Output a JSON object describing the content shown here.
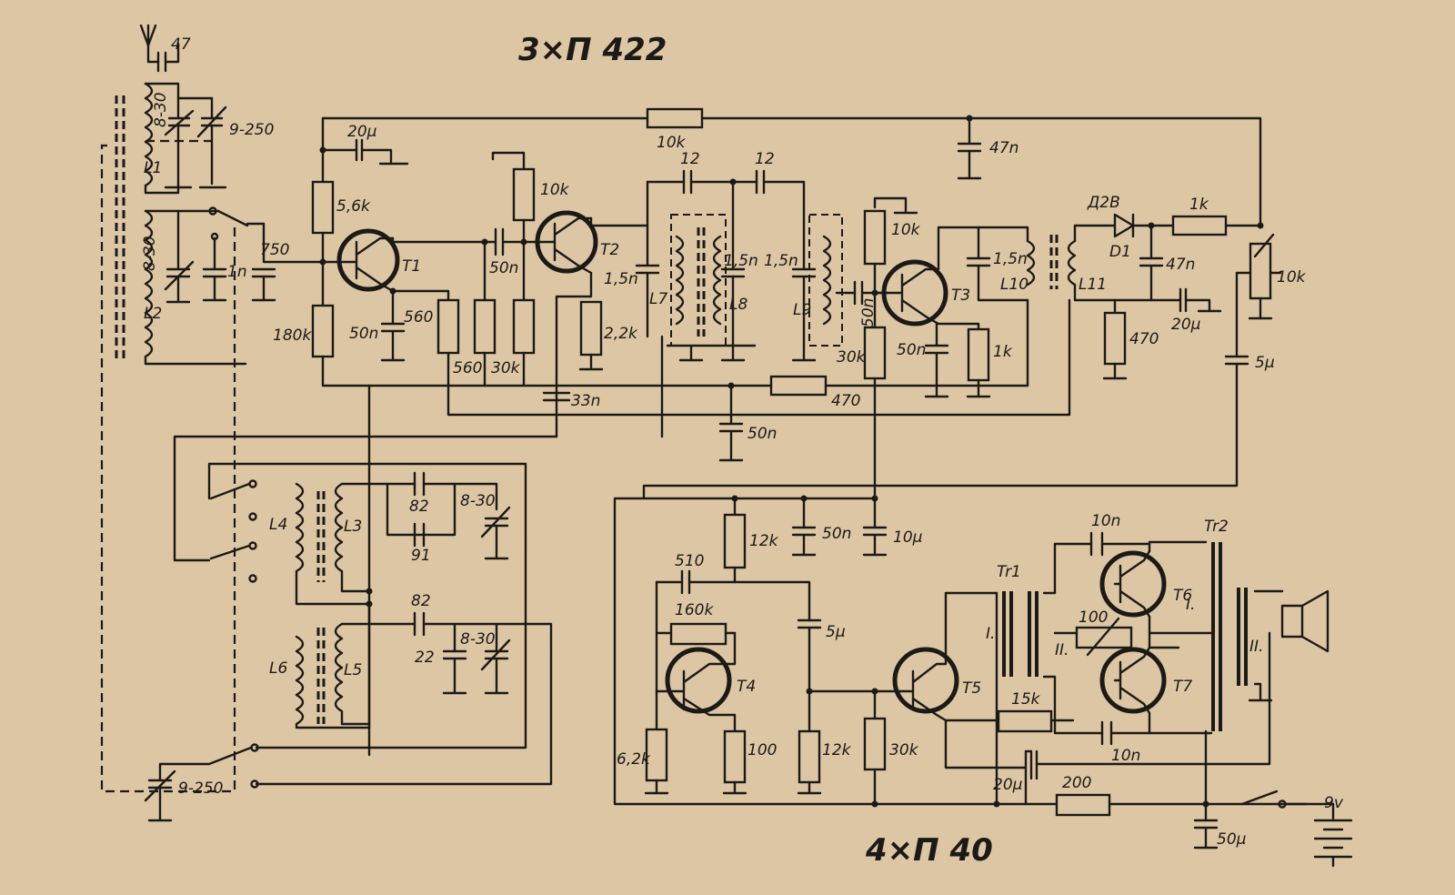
{
  "titles": {
    "top": "3×П 422",
    "bottom": "4×П 40"
  },
  "transistors": [
    "T1",
    "T2",
    "T3",
    "T4",
    "T5",
    "T6",
    "T7"
  ],
  "coils": [
    "L1",
    "L2",
    "L3",
    "L4",
    "L5",
    "L6",
    "L7",
    "L8",
    "L9",
    "L10",
    "L11"
  ],
  "transformers": {
    "tr1": "Tr1",
    "tr2": "Tr2",
    "primary": "I.",
    "secondary": "II."
  },
  "diode": {
    "type": "Д2В",
    "ref": "D1"
  },
  "labels": {
    "c47_ant": "47",
    "l1_trim": "8-30",
    "c_tune_top": "9-250",
    "l2_trim": "8-30",
    "c_1n": "1n",
    "c_750": "750",
    "c_20u_top": "20μ",
    "r_56k": "5,6k",
    "r_180k": "180k",
    "c_50n_t1": "50n",
    "r_560_a": "560",
    "r_560_b": "560",
    "r_30k_a": "30k",
    "c_50n_b": "50n",
    "r_10k_t2": "10k",
    "r_22k": "2,2k",
    "c_15n_l7": "1,5n",
    "c_12_a": "12",
    "c_12_b": "12",
    "c_15n_l8": "1,5n",
    "c_15n_l9": "1,5n",
    "c_33n": "33n",
    "c_50n_mid": "50n",
    "r_470_mid": "470",
    "r_10k_bus": "10k",
    "c_47n_top": "47n",
    "r_10k_t3": "10k",
    "c_50n_t3in": "50n",
    "r_30k_t3": "30k",
    "c_50n_t3e": "50n",
    "r_1k_t3": "1k",
    "c_15n_l10": "1,5n",
    "r_1k_det": "1k",
    "c_47n_det": "47n",
    "r_470_det": "470",
    "c_20u_det": "20μ",
    "pot_10k": "10k",
    "c_5u_vol": "5μ",
    "c_82_a": "82",
    "c_91": "91",
    "trim_830_a": "8-30",
    "c_82_b": "82",
    "c_22": "22",
    "trim_830_b": "8-30",
    "c_tune_bottom": "9-250",
    "r_12k_t4": "12k",
    "c_510": "510",
    "r_160k": "160k",
    "r_62k": "6,2k",
    "r_100_t4": "100",
    "c_50n_af": "50n",
    "c_10u_af": "10μ",
    "c_5u_af": "5μ",
    "r_12k_t5": "12k",
    "r_30k_t5": "30k",
    "c_10n_top": "10n",
    "r_100_pot": "100",
    "r_15k": "15k",
    "c_10n_bottom": "10n",
    "c_20u_out": "20μ",
    "r_200": "200",
    "c_50u": "50μ",
    "batt": "9v"
  },
  "colors": {
    "paper": "#dcc6a4",
    "ink": "#1c1a17"
  }
}
